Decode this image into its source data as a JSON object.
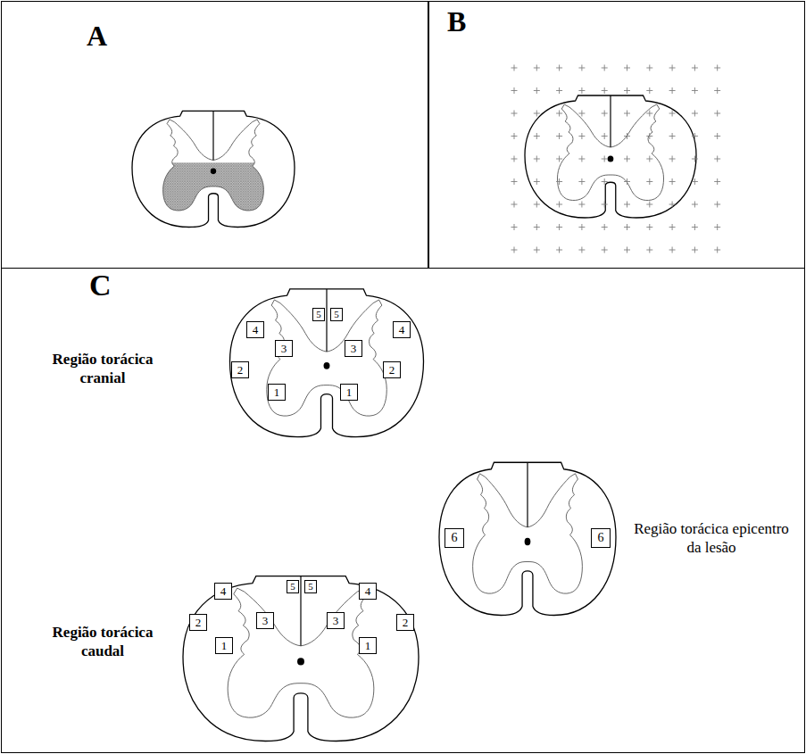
{
  "diagram": {
    "nodes": [
      {
        "text": [
          "A"
        ]
      },
      {
        "text": [
          "B"
        ]
      },
      {
        "text": [
          "C"
        ]
      },
      {
        "text": [
          "4"
        ],
        "in": 2
      },
      {
        "text": [
          "5"
        ],
        "in": 2
      },
      {
        "text": [
          "5"
        ],
        "in": 2
      },
      {
        "text": [
          "4"
        ],
        "in": 2
      },
      {
        "text": [
          "3"
        ],
        "in": 2
      },
      {
        "text": [
          "3"
        ],
        "in": 2
      },
      {
        "text": [
          "2"
        ],
        "in": 2
      },
      {
        "text": [
          "2"
        ],
        "in": 2
      },
      {
        "text": [
          "1"
        ],
        "in": 2
      },
      {
        "text": [
          "1"
        ],
        "in": 2
      },
      {
        "text": [
          "6"
        ],
        "in": 2
      },
      {
        "text": [
          "6"
        ],
        "in": 2
      },
      {
        "text": [
          "4"
        ],
        "in": 2
      },
      {
        "text": [
          "5"
        ],
        "in": 2
      },
      {
        "text": [
          "5"
        ],
        "in": 2
      },
      {
        "text": [
          "4"
        ],
        "in": 2
      },
      {
        "text": [
          "2"
        ],
        "in": 2
      },
      {
        "text": [
          "3"
        ],
        "in": 2
      },
      {
        "text": [
          "3"
        ],
        "in": 2
      },
      {
        "text": [
          "2"
        ],
        "in": 2
      },
      {
        "text": [
          "1"
        ],
        "in": 2
      },
      {
        "text": [
          "1"
        ],
        "in": 2
      }
    ],
    "labels": [
      "Região torácica cranial",
      "Região torácica epicentro da lesão",
      "Região torácica caudal"
    ]
  }
}
